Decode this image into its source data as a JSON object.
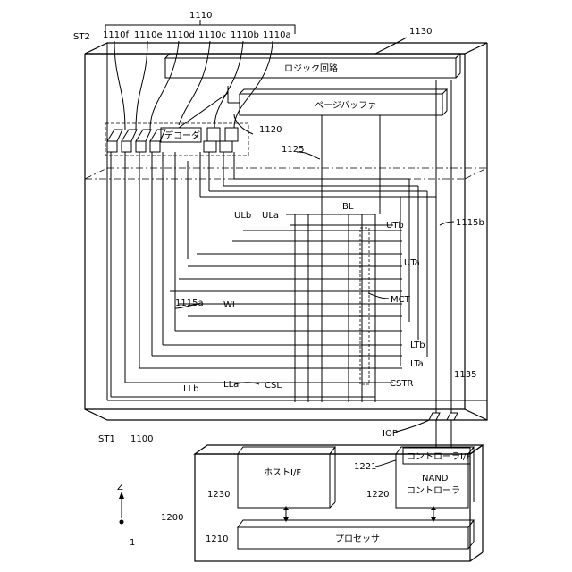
{
  "labels": {
    "st2": "ST2",
    "st1": "ST1",
    "ref_1110": "1110",
    "ref_1110f": "1110f",
    "ref_1110e": "1110e",
    "ref_1110d": "1110d",
    "ref_1110c": "1110c",
    "ref_1110b": "1110b",
    "ref_1110a": "1110a",
    "ref_1130": "1130",
    "logic_circuit": "ロジック回路",
    "page_buffer": "ページバッファ",
    "decoder": "デコーダ",
    "ref_1120": "1120",
    "ref_1125": "1125",
    "bl": "BL",
    "ulb": "ULb",
    "ula": "ULa",
    "utb": "UTb",
    "uta": "UTa",
    "ref_1115b": "1115b",
    "ref_1115a": "1115a",
    "wl": "WL",
    "mct": "MCT",
    "ltb": "LTb",
    "lta": "LTa",
    "ref_1135": "1135",
    "llb": "LLb",
    "lla": "LLa",
    "csl": "CSL",
    "cstr": "CSTR",
    "ref_1100": "1100",
    "iop": "IOP",
    "ref_1200": "1200",
    "ref_1230": "1230",
    "host_if": "ホストI/F",
    "ref_1221": "1221",
    "controller_if": "コントローラI/F",
    "nand_controller_1": "NAND",
    "nand_controller_2": "コントローラ",
    "ref_1220": "1220",
    "ref_1210": "1210",
    "processor": "プロセッサ",
    "axis_z": "Z",
    "figure_ref": "1"
  }
}
